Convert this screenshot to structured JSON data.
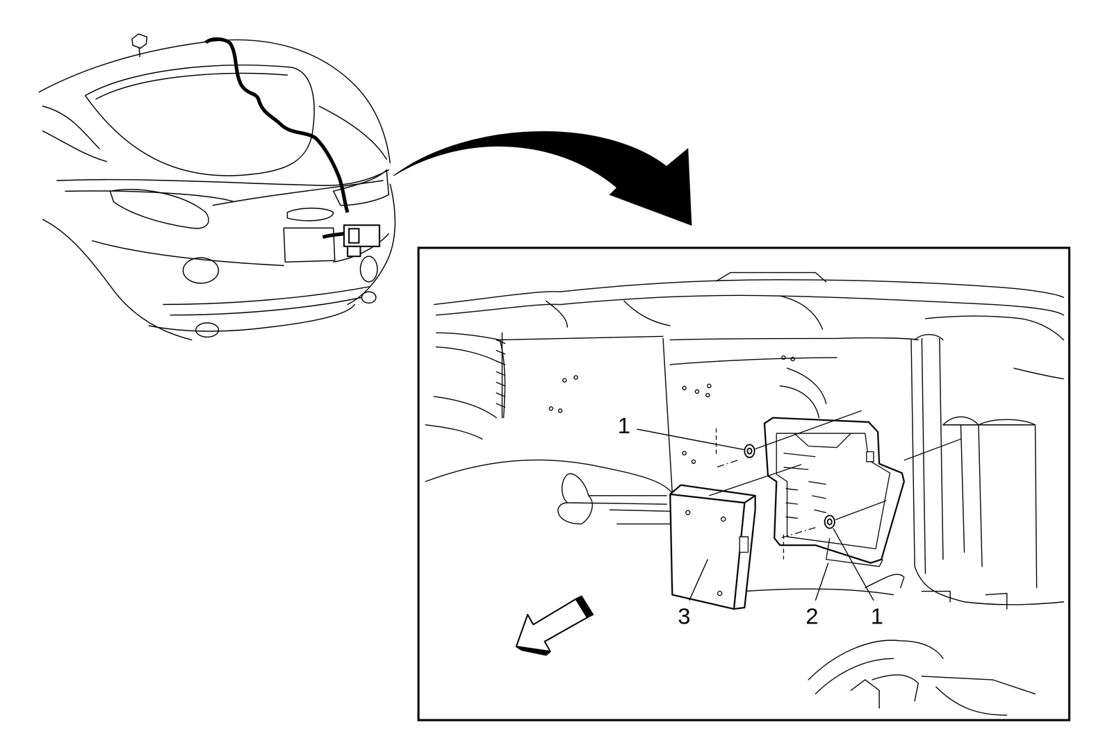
{
  "diagram": {
    "labels": [
      "1",
      "3",
      "2",
      "1"
    ]
  }
}
